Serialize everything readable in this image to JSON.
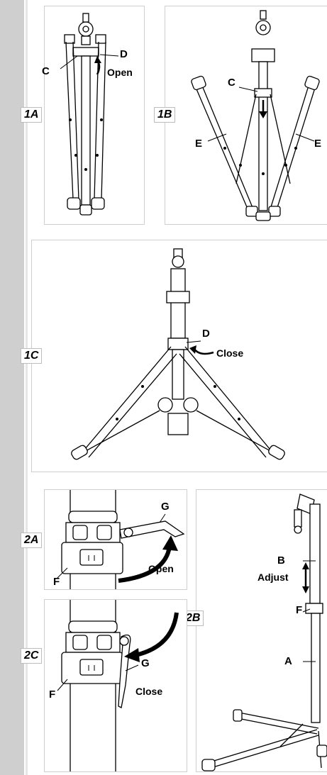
{
  "figures": {
    "fig1a": {
      "tag": "1A",
      "labels": {
        "c": "C",
        "d": "D",
        "open": "Open"
      }
    },
    "fig1b": {
      "tag": "1B",
      "labels": {
        "c": "C",
        "e_left": "E",
        "e_right": "E"
      }
    },
    "fig1c": {
      "tag": "1C",
      "labels": {
        "d": "D",
        "close": "Close"
      }
    },
    "fig2a": {
      "tag": "2A",
      "labels": {
        "g": "G",
        "f": "F",
        "open": "Open"
      }
    },
    "fig2b": {
      "tag": "2B",
      "labels": {
        "b": "B",
        "adjust": "Adjust",
        "f": "F",
        "a": "A"
      }
    },
    "fig2c": {
      "tag": "2C",
      "labels": {
        "g": "G",
        "f": "F",
        "close": "Close"
      }
    }
  },
  "colors": {
    "sidebar": "#cfcfcf",
    "frame": "#cfcfcf",
    "ink": "#000000"
  }
}
